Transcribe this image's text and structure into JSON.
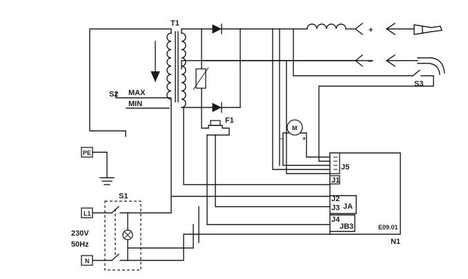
{
  "labels": {
    "transformer": "T1",
    "s2": "S2",
    "max": "MAX",
    "min": "MIN",
    "f1": "F1",
    "motor": "M",
    "motor_minus": "-",
    "motor_plus": "+",
    "plus": "+",
    "minus": "–",
    "s3": "S3",
    "pe": "PE",
    "s1": "S1",
    "l1": "L1",
    "n": "N",
    "voltage": "230V",
    "frequency": "50Hz",
    "j1": "J1",
    "j2": "J2",
    "j3": "J3",
    "j4": "J4",
    "j5": "J5",
    "ja": "JA",
    "jb3": "JB3",
    "board_code": "E09.01",
    "n1": "N1"
  }
}
